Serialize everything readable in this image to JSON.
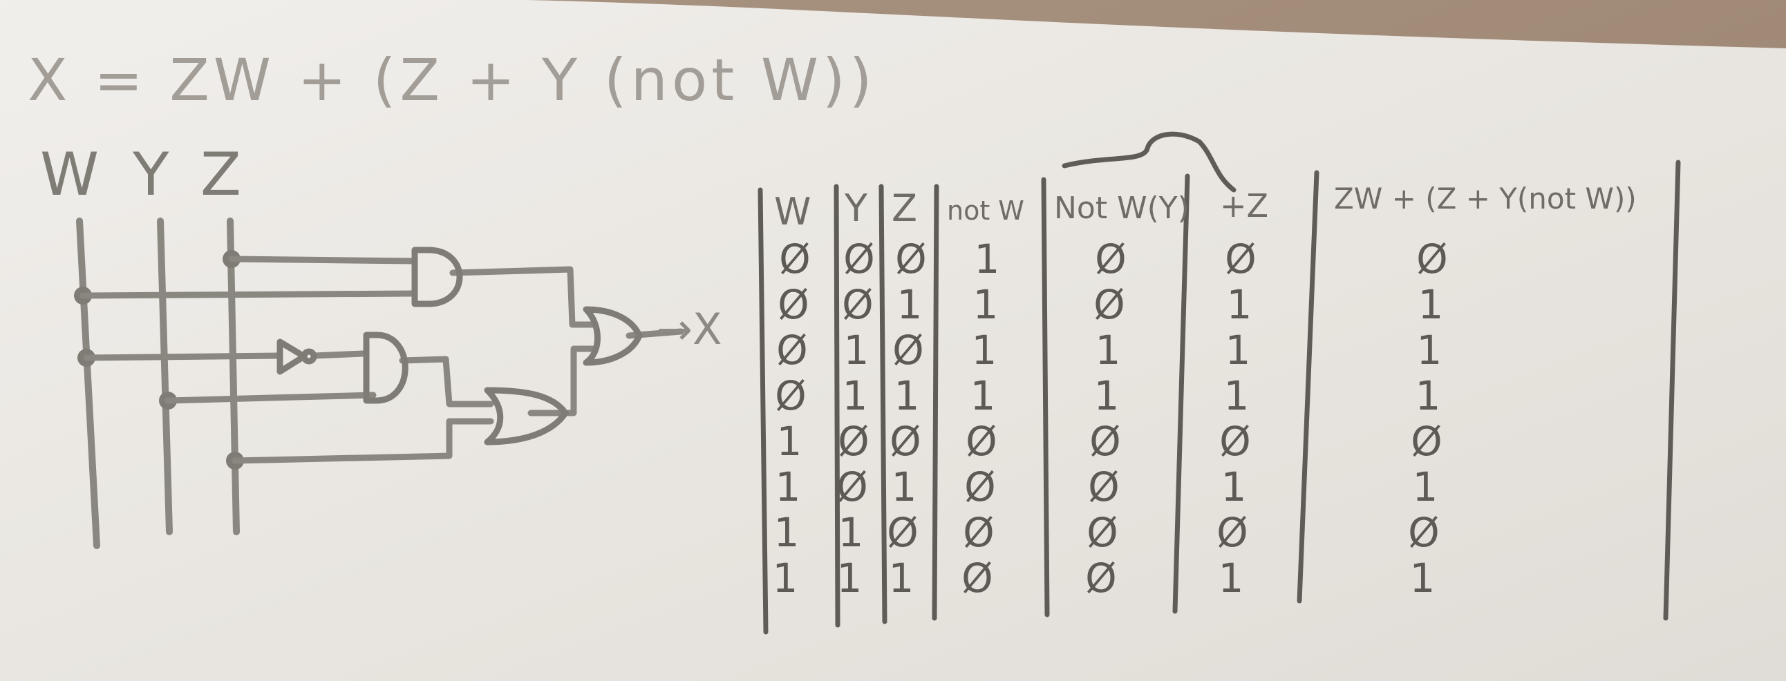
{
  "equation": "X = ZW + (Z + Y (not W))",
  "inputs": {
    "w": "W",
    "y": "Y",
    "z": "Z"
  },
  "output_label": "→X",
  "truth_table": {
    "headers": [
      "W",
      "Y",
      "Z",
      "not W",
      "Not W(Y)",
      "+Z",
      "ZW + (Z + Y(not W))"
    ],
    "rows": [
      [
        "0",
        "0",
        "0",
        "1",
        "0",
        "0",
        "0"
      ],
      [
        "0",
        "0",
        "1",
        "1",
        "0",
        "1",
        "1"
      ],
      [
        "0",
        "1",
        "0",
        "1",
        "1",
        "1",
        "1"
      ],
      [
        "0",
        "1",
        "1",
        "1",
        "1",
        "1",
        "1"
      ],
      [
        "1",
        "0",
        "0",
        "0",
        "0",
        "0",
        "0"
      ],
      [
        "1",
        "0",
        "1",
        "0",
        "0",
        "1",
        "1"
      ],
      [
        "1",
        "1",
        "0",
        "0",
        "0",
        "0",
        "0"
      ],
      [
        "1",
        "1",
        "1",
        "0",
        "0",
        "1",
        "1"
      ]
    ]
  },
  "colors": {
    "pencil": "#8a8680",
    "paper": "#efeae2",
    "desk": "#6b4a33"
  }
}
